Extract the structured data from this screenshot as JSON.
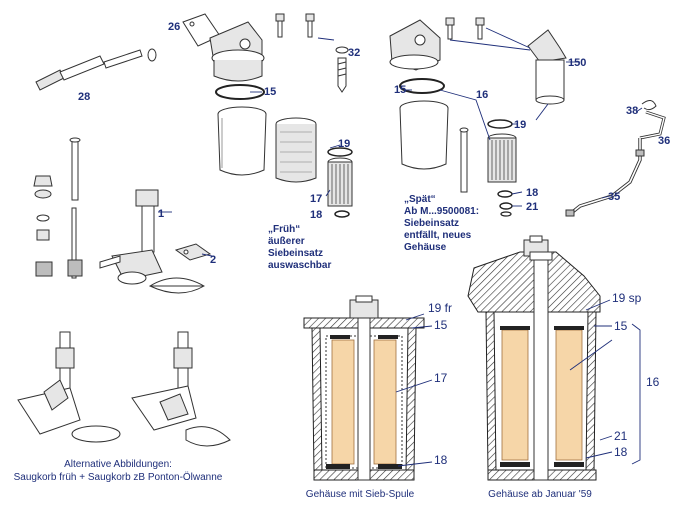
{
  "callouts": {
    "c26": "26",
    "c32": "32",
    "c150": "150",
    "c28": "28",
    "c15a": "15",
    "c15b": "15",
    "c16a": "16",
    "c38": "38",
    "c36": "36",
    "c19a": "19",
    "c19b": "19",
    "c17": "17",
    "c18a": "18",
    "c18b": "18",
    "c21a": "21",
    "c35": "35",
    "c1": "1",
    "c2": "2",
    "c19fr": "19 fr",
    "c15c": "15",
    "c17b": "17",
    "c18c": "18",
    "c19sp": "19 sp",
    "c15d": "15",
    "c16b": "16",
    "c21b": "21",
    "c18d": "18"
  },
  "notes": {
    "frueh": [
      "„Früh“",
      "äußerer",
      "Siebeinsatz",
      "auswaschbar"
    ],
    "spaet": [
      "„Spät“",
      "Ab M...9500081:",
      "Siebeinsatz",
      "entfällt, neues",
      "Gehäuse"
    ]
  },
  "captions": {
    "alt1": "Alternative Abbildungen:",
    "alt2": "Saugkorb früh + Saugkorb zB Ponton-Ölwanne",
    "housing_a": "Gehäuse mit Sieb-Spule",
    "housing_b": "Gehäuse ab Januar '59"
  },
  "colors": {
    "callout": "#1f2f7a",
    "filter_element": "#f6d6a8",
    "line": "#333333"
  }
}
